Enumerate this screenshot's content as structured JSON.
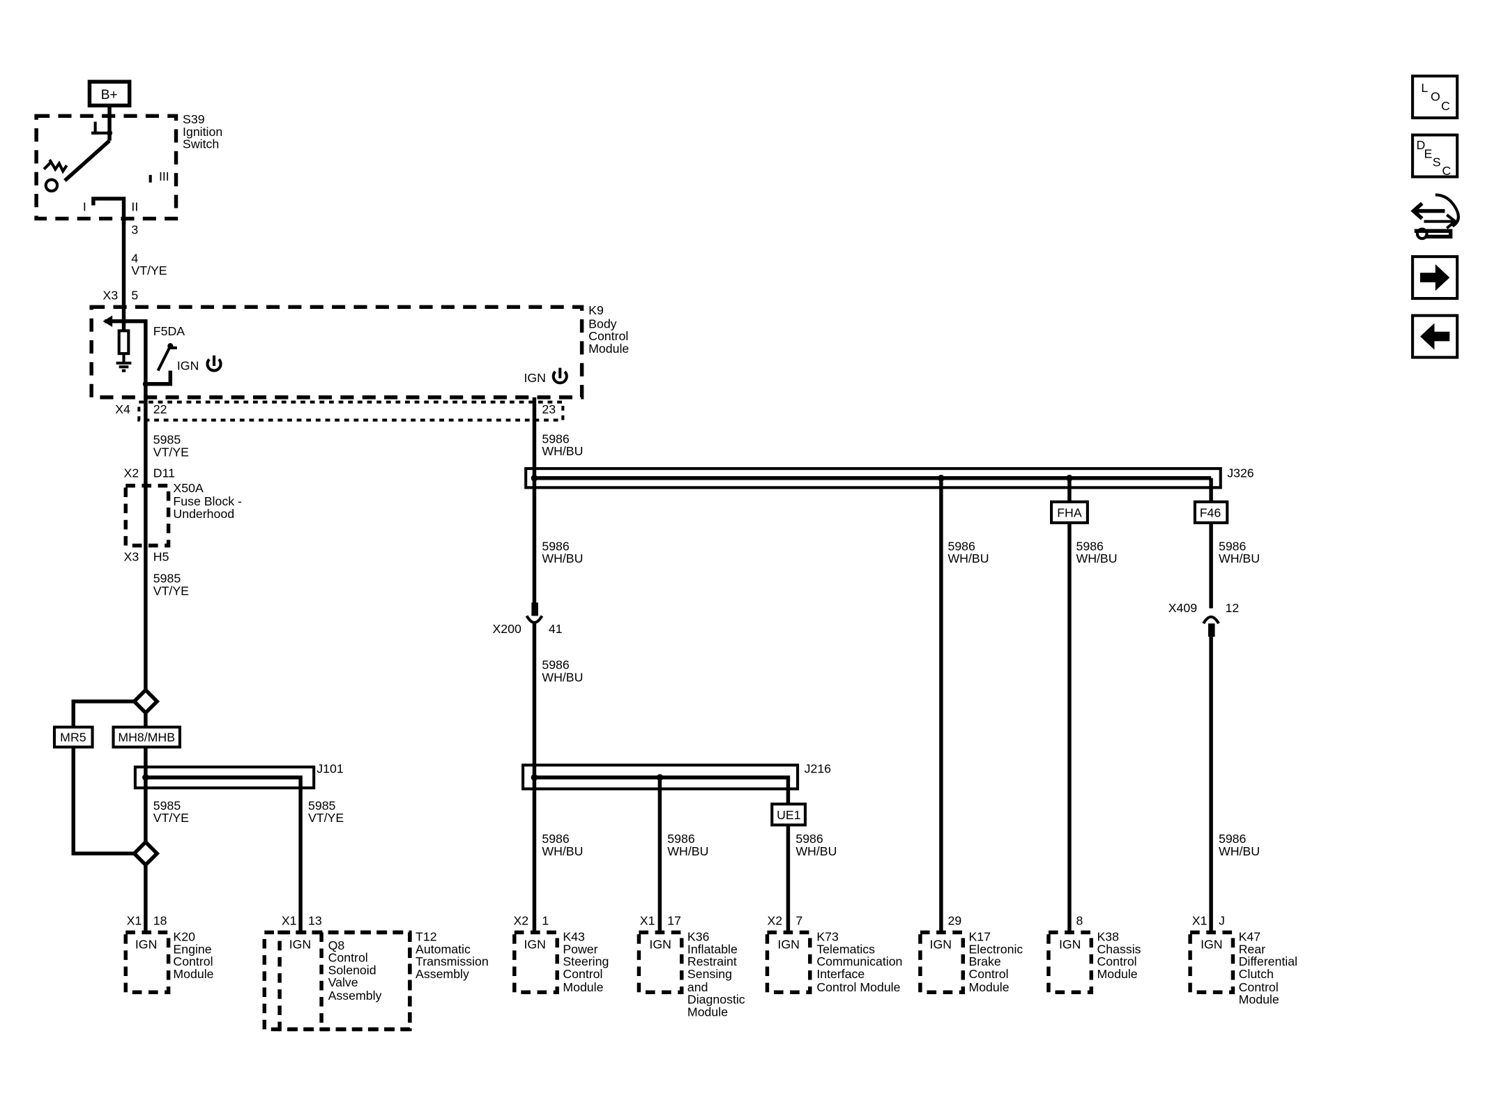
{
  "nav": {
    "loc": {
      "l1": "L",
      "l2": "O",
      "l3": "C"
    },
    "desc": {
      "l1": "D",
      "l2": "E",
      "l3": "S",
      "l4": "C"
    },
    "icons": [
      "loc-icon",
      "desc-icon",
      "connector-tool-icon",
      "forward-arrow-icon",
      "back-arrow-icon"
    ]
  },
  "power": {
    "label": "B+"
  },
  "ignition_switch": {
    "ref": "S39",
    "name1": "Ignition",
    "name2": "Switch",
    "pos_i": "I",
    "pos_ii": "II",
    "pos_iii": "III",
    "pin": "3"
  },
  "wire_a": {
    "circuit": "4",
    "color": "VT/YE"
  },
  "bcm": {
    "conn_in": "X3",
    "pin_in": "5",
    "fuse": "F5DA",
    "ign1": "IGN",
    "ign2": "IGN",
    "ref": "K9",
    "name1": "Body",
    "name2": "Control",
    "name3": "Module",
    "conn_out": "X4",
    "pin_out1": "22",
    "pin_out2": "23"
  },
  "circuit_5985": {
    "circuit": "5985",
    "color": "VT/YE"
  },
  "circuit_5986": {
    "circuit": "5986",
    "color": "WH/BU"
  },
  "fuse_block": {
    "conn_top": "X2",
    "pin_top": "D11",
    "ref": "X50A",
    "name1": "Fuse Block -",
    "name2": "Underhood",
    "conn_bot": "X3",
    "pin_bot": "H5"
  },
  "options": {
    "mr5": "MR5",
    "mh8": "MH8/MHB",
    "fha": "FHA",
    "f46": "F46",
    "ue1": "UE1"
  },
  "splices": {
    "j101": "J101",
    "j326": "J326",
    "j216": "J216"
  },
  "inline_connectors": {
    "x200": {
      "conn": "X200",
      "pin": "41"
    },
    "x409": {
      "conn": "X409",
      "pin": "12"
    }
  },
  "modules": [
    {
      "conn": "X1",
      "pin": "18",
      "ign": "IGN",
      "lines": [
        "K20",
        "Engine",
        "Control",
        "Module"
      ]
    },
    {
      "conn": "X1",
      "pin": "13",
      "ign": "IGN",
      "lines": [
        "Q8",
        "Control",
        "Solenoid",
        "Valve",
        "Assembly"
      ]
    },
    {
      "lines": [
        "T12",
        "Automatic",
        "Transmission",
        "Assembly"
      ]
    },
    {
      "conn": "X2",
      "pin": "1",
      "ign": "IGN",
      "lines": [
        "K43",
        "Power",
        "Steering",
        "Control",
        "Module"
      ]
    },
    {
      "conn": "X1",
      "pin": "17",
      "ign": "IGN",
      "lines": [
        "K36",
        "Inflatable",
        "Restraint",
        "Sensing",
        "and",
        "Diagnostic",
        "Module"
      ]
    },
    {
      "conn": "X2",
      "pin": "7",
      "ign": "IGN",
      "lines": [
        "K73",
        "Telematics",
        "Communication",
        "Interface",
        "Control Module"
      ]
    },
    {
      "pin": "29",
      "ign": "IGN",
      "lines": [
        "K17",
        "Electronic",
        "Brake",
        "Control",
        "Module"
      ]
    },
    {
      "pin": "8",
      "ign": "IGN",
      "lines": [
        "K38",
        "Chassis",
        "Control",
        "Module"
      ]
    },
    {
      "conn": "X1",
      "pin": "J",
      "ign": "IGN",
      "lines": [
        "K47",
        "Rear",
        "Differential",
        "Clutch",
        "Control",
        "Module"
      ]
    }
  ]
}
